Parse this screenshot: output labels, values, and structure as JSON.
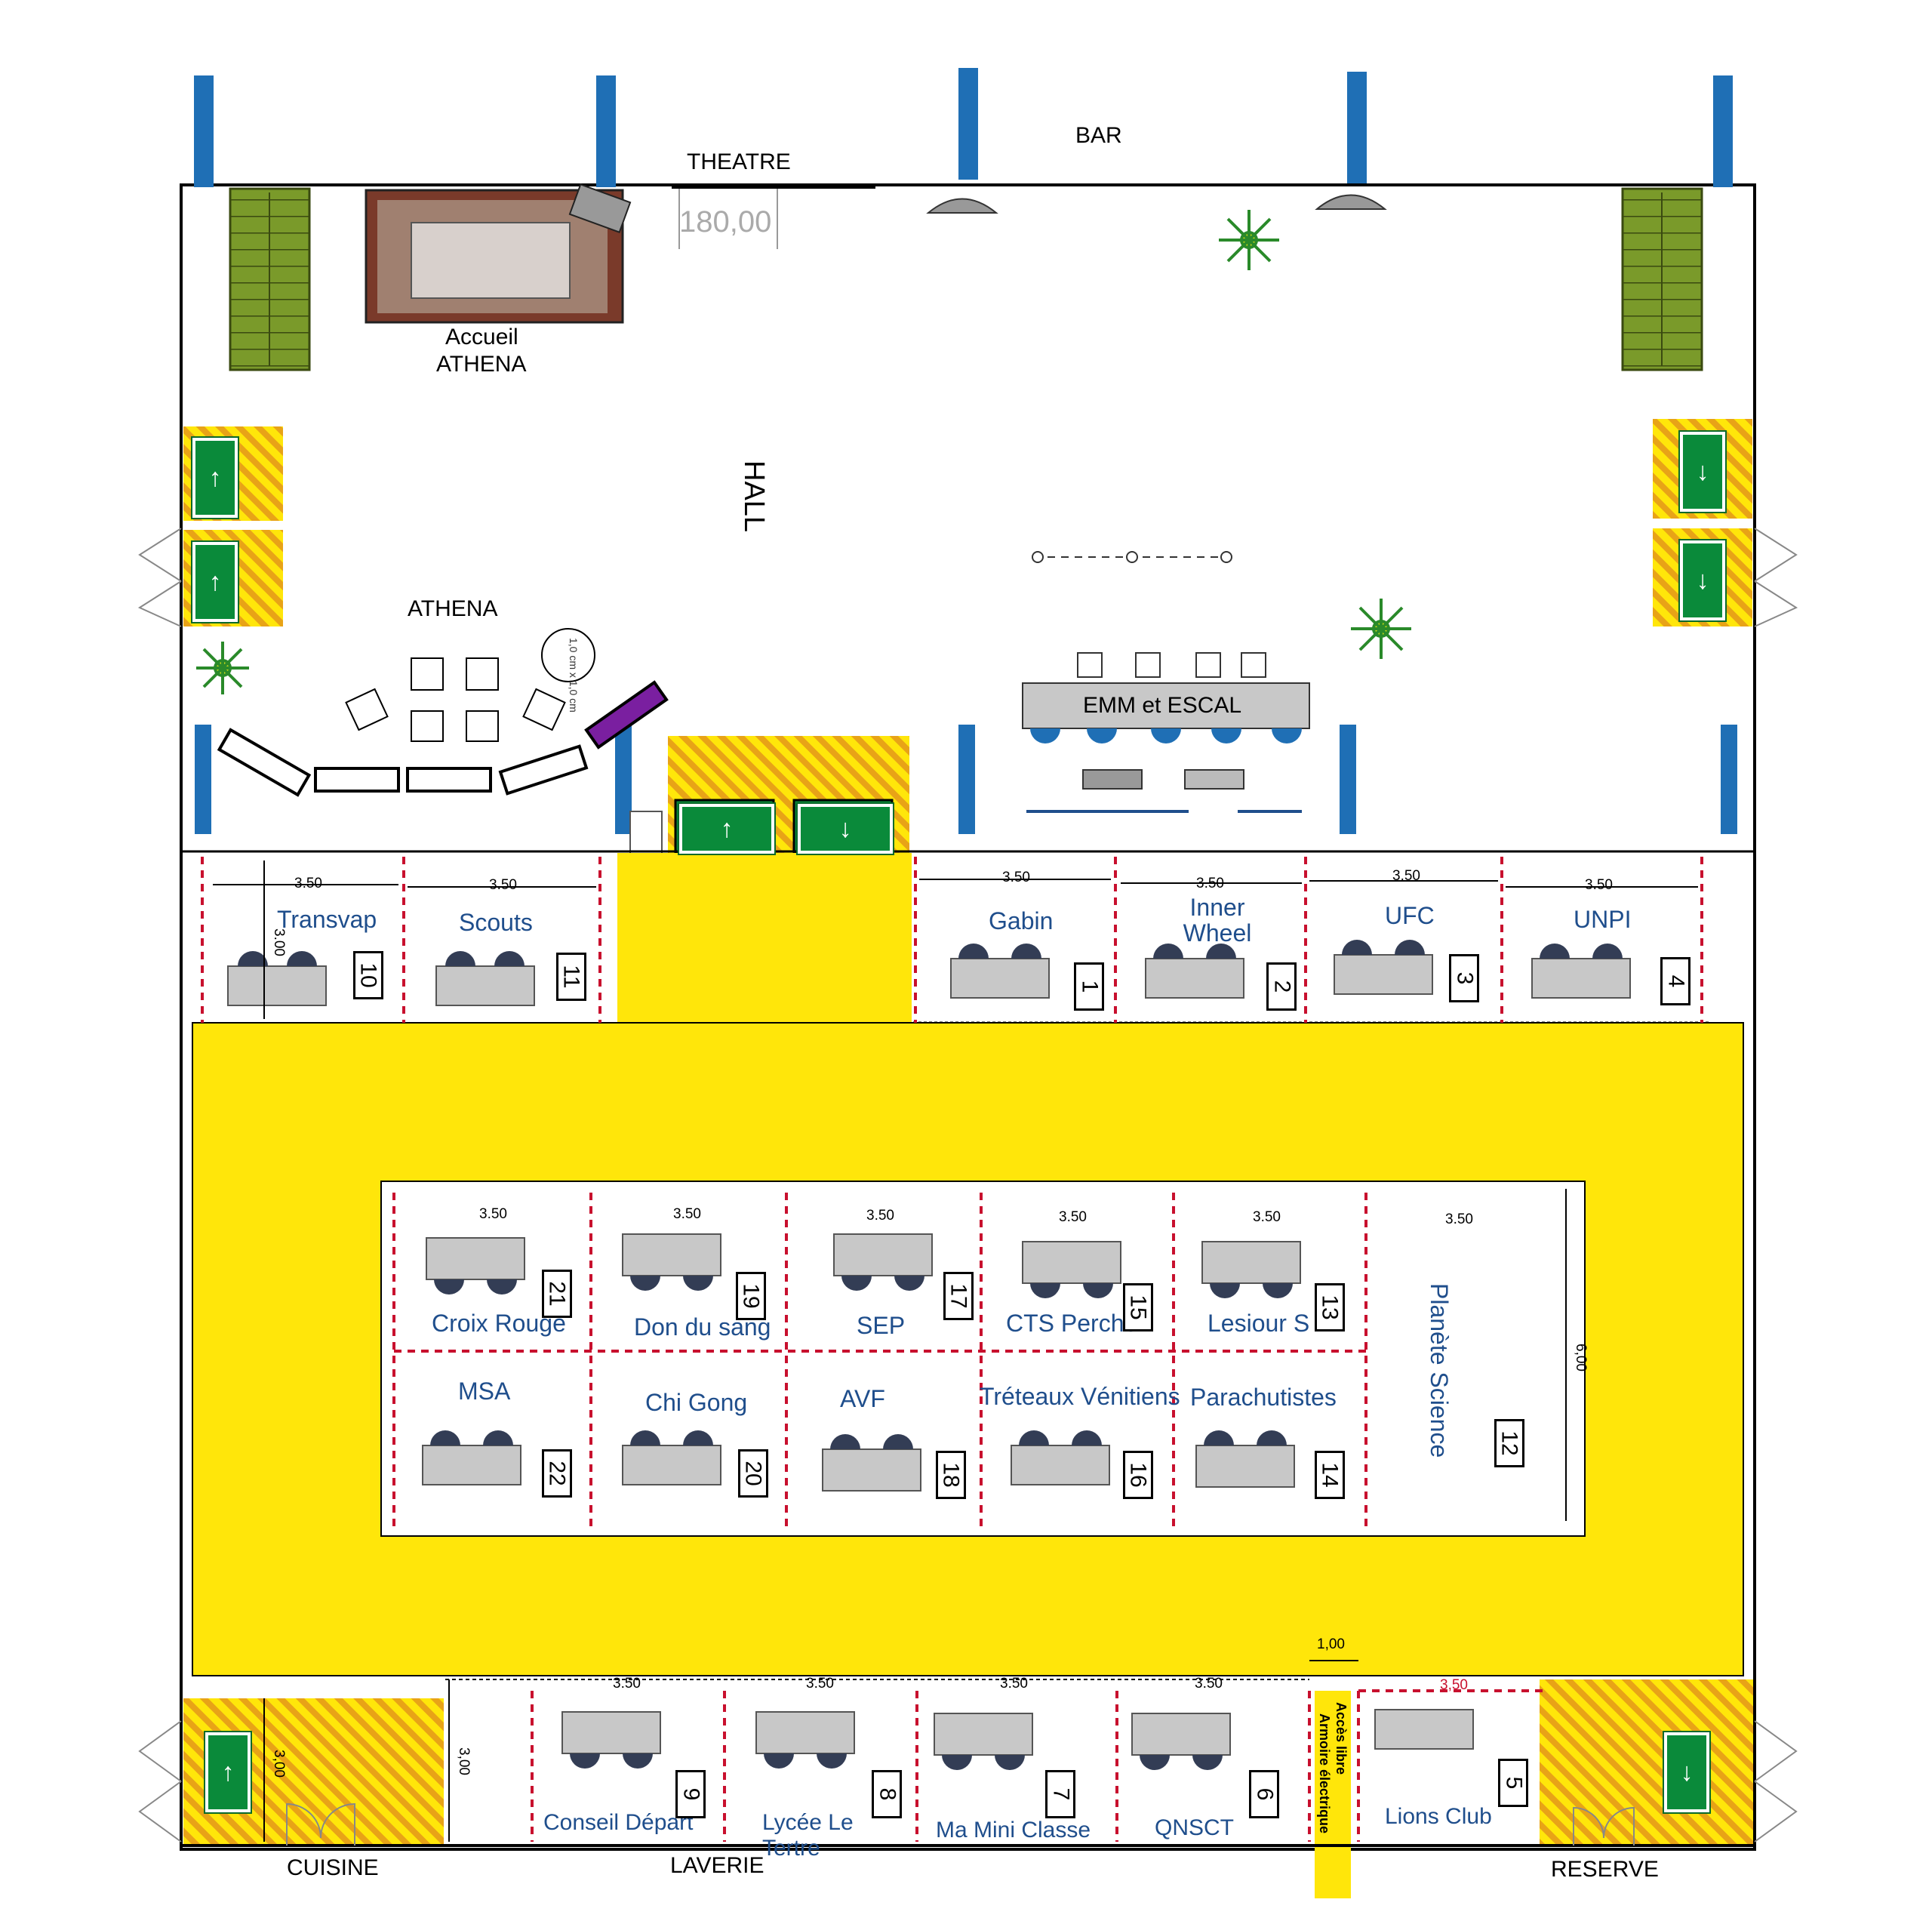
{
  "labels": {
    "theatre": "THEATRE",
    "bar": "BAR",
    "hall": "HALL",
    "athena": "ATHENA",
    "accueil_line1": "Accueil",
    "accueil_line2": "ATHENA",
    "emm": "EMM et ESCAL",
    "cuisine": "CUISINE",
    "laverie": "LAVERIE",
    "reserve": "RESERVE",
    "theatre_door": "180,00",
    "table_size": "1,0 cm x 1,0 cm",
    "acces_line1": "Accès libre",
    "acces_line2": "Armoire électrique",
    "planete": "Planète Science"
  },
  "dimensions": {
    "width_350": "3.50",
    "width_350_red": "3,50",
    "depth_300": "3.00",
    "depth_300b": "3,00",
    "depth_600": "6,00",
    "gap_100": "1,00"
  },
  "stands": [
    {
      "number": "1",
      "name": "Gabin"
    },
    {
      "number": "2",
      "name": "Inner Wheel"
    },
    {
      "number": "3",
      "name": "UFC"
    },
    {
      "number": "4",
      "name": "UNPI"
    },
    {
      "number": "5",
      "name": "Lions Club"
    },
    {
      "number": "6",
      "name": "QNSCT"
    },
    {
      "number": "7",
      "name": "Ma Mini Classe"
    },
    {
      "number": "8",
      "name": "Lycée Le Tertre"
    },
    {
      "number": "9",
      "name": "Conseil Départ"
    },
    {
      "number": "10",
      "name": "Transvap"
    },
    {
      "number": "11",
      "name": "Scouts"
    },
    {
      "number": "12",
      "name": "Planète Science"
    },
    {
      "number": "13",
      "name": "Lesiour S"
    },
    {
      "number": "14",
      "name": "Parachutistes"
    },
    {
      "number": "15",
      "name": "CTS Perche"
    },
    {
      "number": "16",
      "name": "Tréteaux Vénitiens"
    },
    {
      "number": "17",
      "name": "SEP"
    },
    {
      "number": "18",
      "name": "AVF"
    },
    {
      "number": "19",
      "name": "Don du sang"
    },
    {
      "number": "20",
      "name": "Chi Gong"
    },
    {
      "number": "21",
      "name": "Croix Rouge"
    },
    {
      "number": "22",
      "name": "MSA"
    }
  ],
  "colors": {
    "walkway_yellow": "#ffe60a",
    "column_blue": "#1f6fb5",
    "stand_red": "#c8102e",
    "exit_green": "#0a8a3a",
    "hatch_orange": "#e8a317",
    "text_blue": "#1f4e8c",
    "stair_green": "#7a9a2a",
    "purple": "#7a1fa0"
  }
}
